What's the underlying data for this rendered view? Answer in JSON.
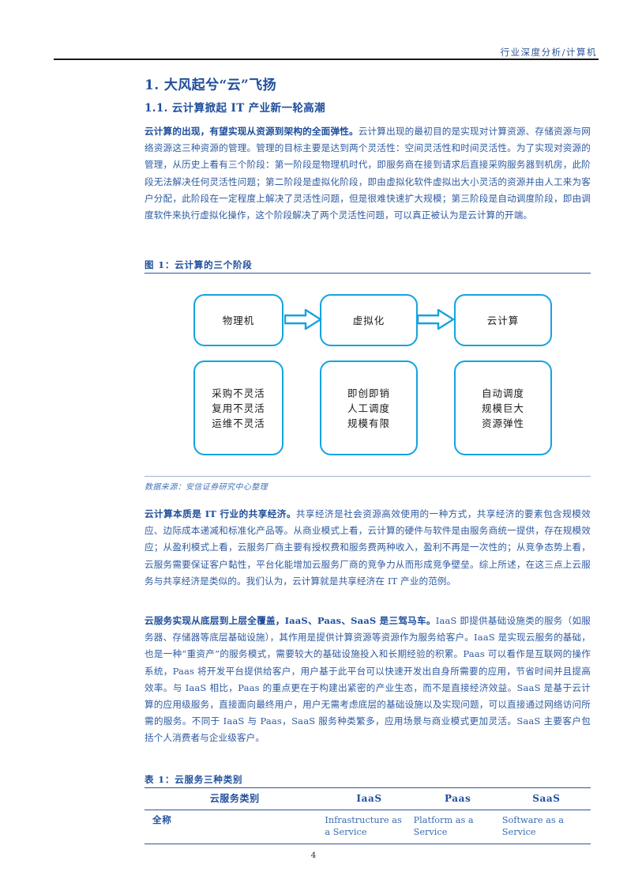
{
  "header": {
    "breadcrumb": "行业深度分析/计算机"
  },
  "headings": {
    "h1": "1. 大风起兮“云”飞扬",
    "h2": "1.1. 云计算掀起 IT 产业新一轮高潮"
  },
  "paragraphs": {
    "p1_lead": "云计算的出现，有望实现从资源到架构的全面弹性。",
    "p1_body": "云计算出现的最初目的是实现对计算资源、存储资源与网络资源这三种资源的管理。管理的目标主要是达到两个灵活性：空间灵活性和时间灵活性。为了实现对资源的管理，从历史上看有三个阶段：第一阶段是物理机时代，即服务商在接到请求后直接采购服务器到机房，此阶段无法解决任何灵活性问题；第二阶段是虚拟化阶段，即由虚拟化软件虚拟出大小灵活的资源并由人工来为客户分配，此阶段在一定程度上解决了灵活性问题，但是很难快速扩大规模；第三阶段是自动调度阶段，即由调度软件来执行虚拟化操作，这个阶段解决了两个灵活性问题，可以真正被认为是云计算的开端。",
    "p2_lead": "云计算本质是 IT 行业的共享经济。",
    "p2_body": "共享经济是社会资源高效使用的一种方式，共享经济的要素包含规模效应、边际成本递减和标准化产品等。从商业模式上看，云计算的硬件与软件是由服务商统一提供，存在规模效应；从盈利模式上看，云服务厂商主要有授权费和服务费两种收入，盈利不再是一次性的；从竞争态势上看，云服务需要保证客户黏性，平台化能增加云服务厂商的竞争力从而形成竞争壁垒。综上所述，在这三点上云服务与共享经济是类似的。我们认为，云计算就是共享经济在 IT 产业的范例。",
    "p3_lead": "云服务实现从底层到上层全覆盖，IaaS、Paas、SaaS 是三驾马车。",
    "p3_body": "IaaS 即提供基础设施类的服务（如服务器、存储器等底层基础设施），其作用是提供计算资源等资源作为服务给客户。IaaS 是实现云服务的基础，也是一种“重资产”的服务模式，需要较大的基础设施投入和长期经验的积累。Paas 可以看作是互联网的操作系统，Paas 将开发平台提供给客户，用户基于此平台可以快速开发出自身所需要的应用，节省时间并且提高效率。与 IaaS 相比，Paas 的重点更在于构建出紧密的产业生态，而不是直接经济效益。SaaS 是基于云计算的应用级服务，直接面向最终用户，用户无需考虑底层的基础设施以及实现问题，可以直接通过网络访问所需的服务。不同于 IaaS 与 Paas，SaaS 服务种类繁多，应用场景与商业模式更加灵活。SaaS 主要客户包括个人消费者与企业级客户。"
  },
  "figure1": {
    "caption": "图 1：云计算的三个阶段",
    "source": "数据来源：安信证券研究中心整理",
    "stages": [
      {
        "title": "物理机",
        "traits": "采购不灵活\n复用不灵活\n运维不灵活"
      },
      {
        "title": "虚拟化",
        "traits": "即创即销\n人工调度\n规模有限"
      },
      {
        "title": "云计算",
        "traits": "自动调度\n规模巨大\n资源弹性"
      }
    ],
    "arrow_color": "#14a3e0",
    "box_border_color": "#14a3e0"
  },
  "table1": {
    "caption": "表 1：云服务三种类别",
    "headers": [
      "云服务类别",
      "IaaS",
      "Paas",
      "SaaS"
    ],
    "rows": [
      {
        "label": "全称",
        "cells": [
          "Infrastructure as a Service",
          "Platform as a Service",
          "Software as a Service"
        ]
      }
    ]
  },
  "footer": {
    "page_number": "4"
  },
  "colors": {
    "heading_blue": "#1f4e9c",
    "body_blue": "#2f5ba0",
    "rule_dark": "#1a1a1a",
    "accent_cyan": "#14a3e0"
  }
}
